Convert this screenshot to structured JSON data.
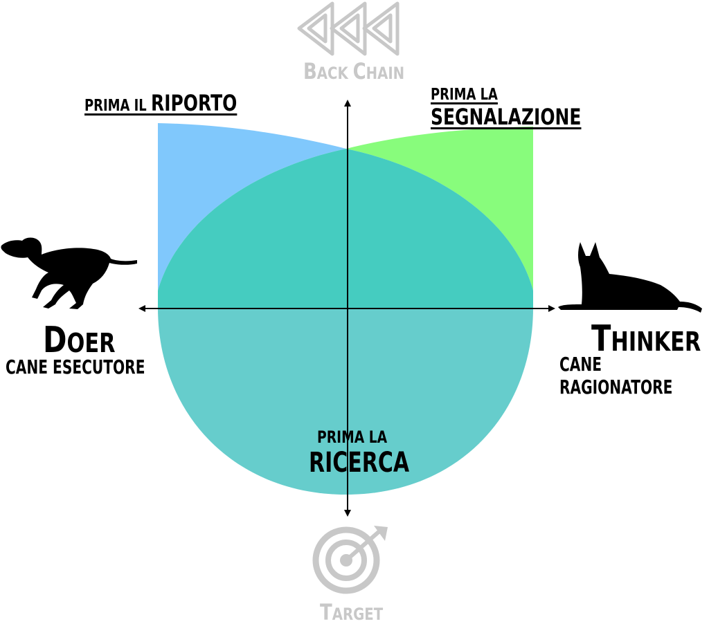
{
  "top": {
    "label_first": "B",
    "label_rest_1": "ACK ",
    "label_mid": "C",
    "label_rest_2": "HAIN",
    "icon": "rewind-icon",
    "color": "#c8c8c8"
  },
  "bottom": {
    "label_first": "T",
    "label_rest": "ARGET",
    "icon": "target-icon",
    "color": "#c8c8c8"
  },
  "left": {
    "title_first": "D",
    "title_rest": "OER",
    "subtitle": "CANE ESECUTORE",
    "icon": "running-dog-icon"
  },
  "right": {
    "title_first": "T",
    "title_rest": "HINKER",
    "subtitle": "CANE RAGIONATORE",
    "icon": "lying-dog-icon"
  },
  "quadrant_top_left": {
    "prefix": "PRIMA IL ",
    "emphasis": "RIPORTO",
    "color": "#80c8fc"
  },
  "quadrant_top_right": {
    "prefix": "PRIMA LA ",
    "emphasis": "SEGNALAZIONE",
    "color": "#88fc7c"
  },
  "center_bottom": {
    "line1": "PRIMA LA",
    "line2": "RICERCA",
    "color": "#66cdcc"
  },
  "overlap_color": "#45ccc0"
}
